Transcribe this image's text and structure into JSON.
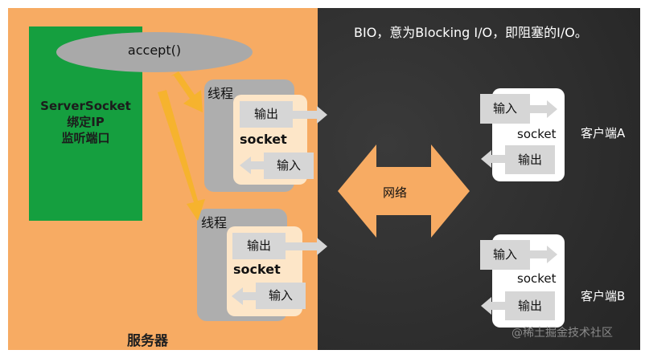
{
  "title": "BIO，意为Blocking I/O，即阻塞的I/O。",
  "server": {
    "label": "服务器",
    "server_socket_lines": [
      "ServerSocket",
      "绑定IP",
      "监听端口"
    ],
    "accept_label": "accept()",
    "threads": [
      {
        "thread_label": "线程",
        "output_label": "输出",
        "socket_label": "socket",
        "input_label": "输入"
      },
      {
        "thread_label": "线程",
        "output_label": "输出",
        "socket_label": "socket",
        "input_label": "输入"
      }
    ]
  },
  "network": {
    "label": "网络"
  },
  "clients": [
    {
      "name": "客户端A",
      "input_label": "输入",
      "socket_label": "socket",
      "output_label": "输出"
    },
    {
      "name": "客户端B",
      "input_label": "输入",
      "socket_label": "socket",
      "output_label": "输出"
    }
  ],
  "watermark": "@稀土掘金技术社区",
  "colors": {
    "server_bg": "#f7ab63",
    "server_socket": "#159f3f",
    "board_bg": "#2e2e2e",
    "yellow_arrow": "#f6b32e",
    "network_arrow": "#f7ab63"
  }
}
